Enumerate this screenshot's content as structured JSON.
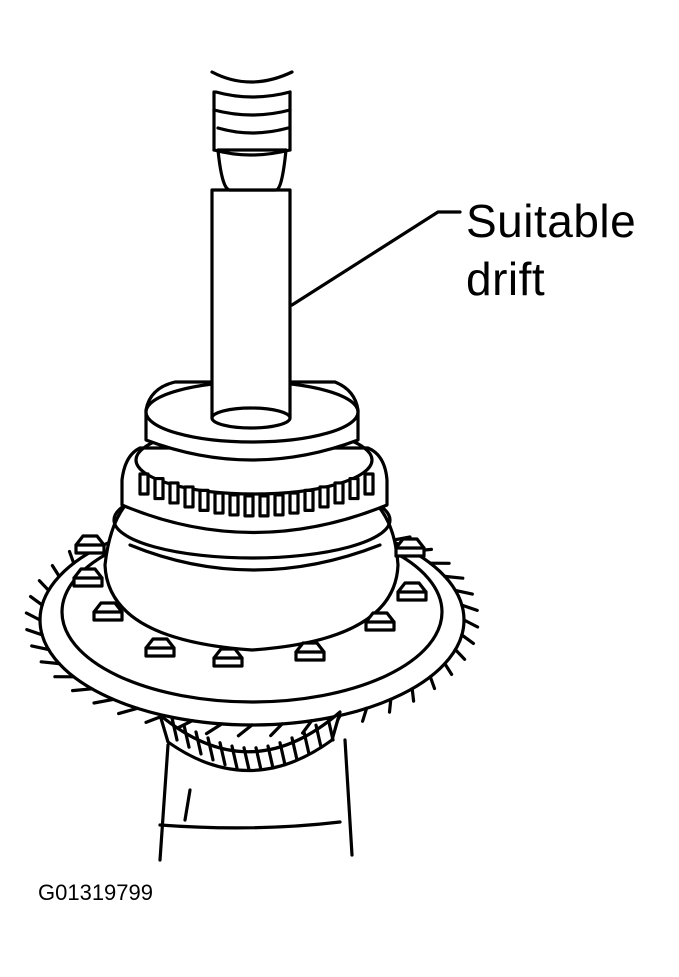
{
  "callout": {
    "line1": "Suitable",
    "line2": "drift"
  },
  "figure_id": "G01319799"
}
